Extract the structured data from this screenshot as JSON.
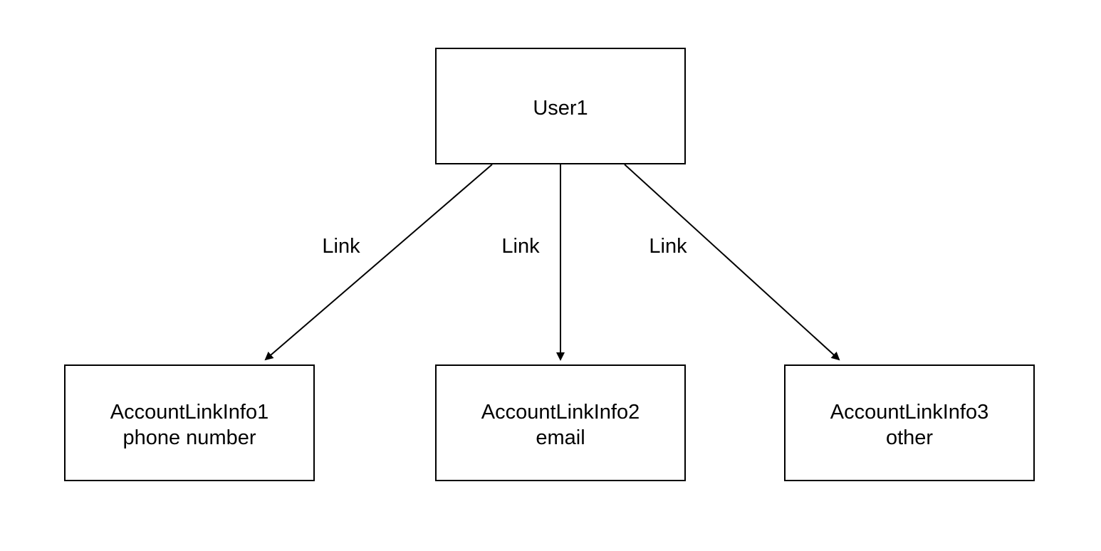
{
  "nodes": {
    "root": {
      "label": "User1"
    },
    "child1": {
      "title": "AccountLinkInfo1",
      "subtitle": "phone number"
    },
    "child2": {
      "title": "AccountLinkInfo2",
      "subtitle": "email"
    },
    "child3": {
      "title": "AccountLinkInfo3",
      "subtitle": "other"
    }
  },
  "edges": [
    {
      "from": "User1",
      "to": "AccountLinkInfo1",
      "label": "Link"
    },
    {
      "from": "User1",
      "to": "AccountLinkInfo2",
      "label": "Link"
    },
    {
      "from": "User1",
      "to": "AccountLinkInfo3",
      "label": "Link"
    }
  ],
  "colors": {
    "background": "#ffffff",
    "stroke": "#000000",
    "text": "#000000"
  }
}
